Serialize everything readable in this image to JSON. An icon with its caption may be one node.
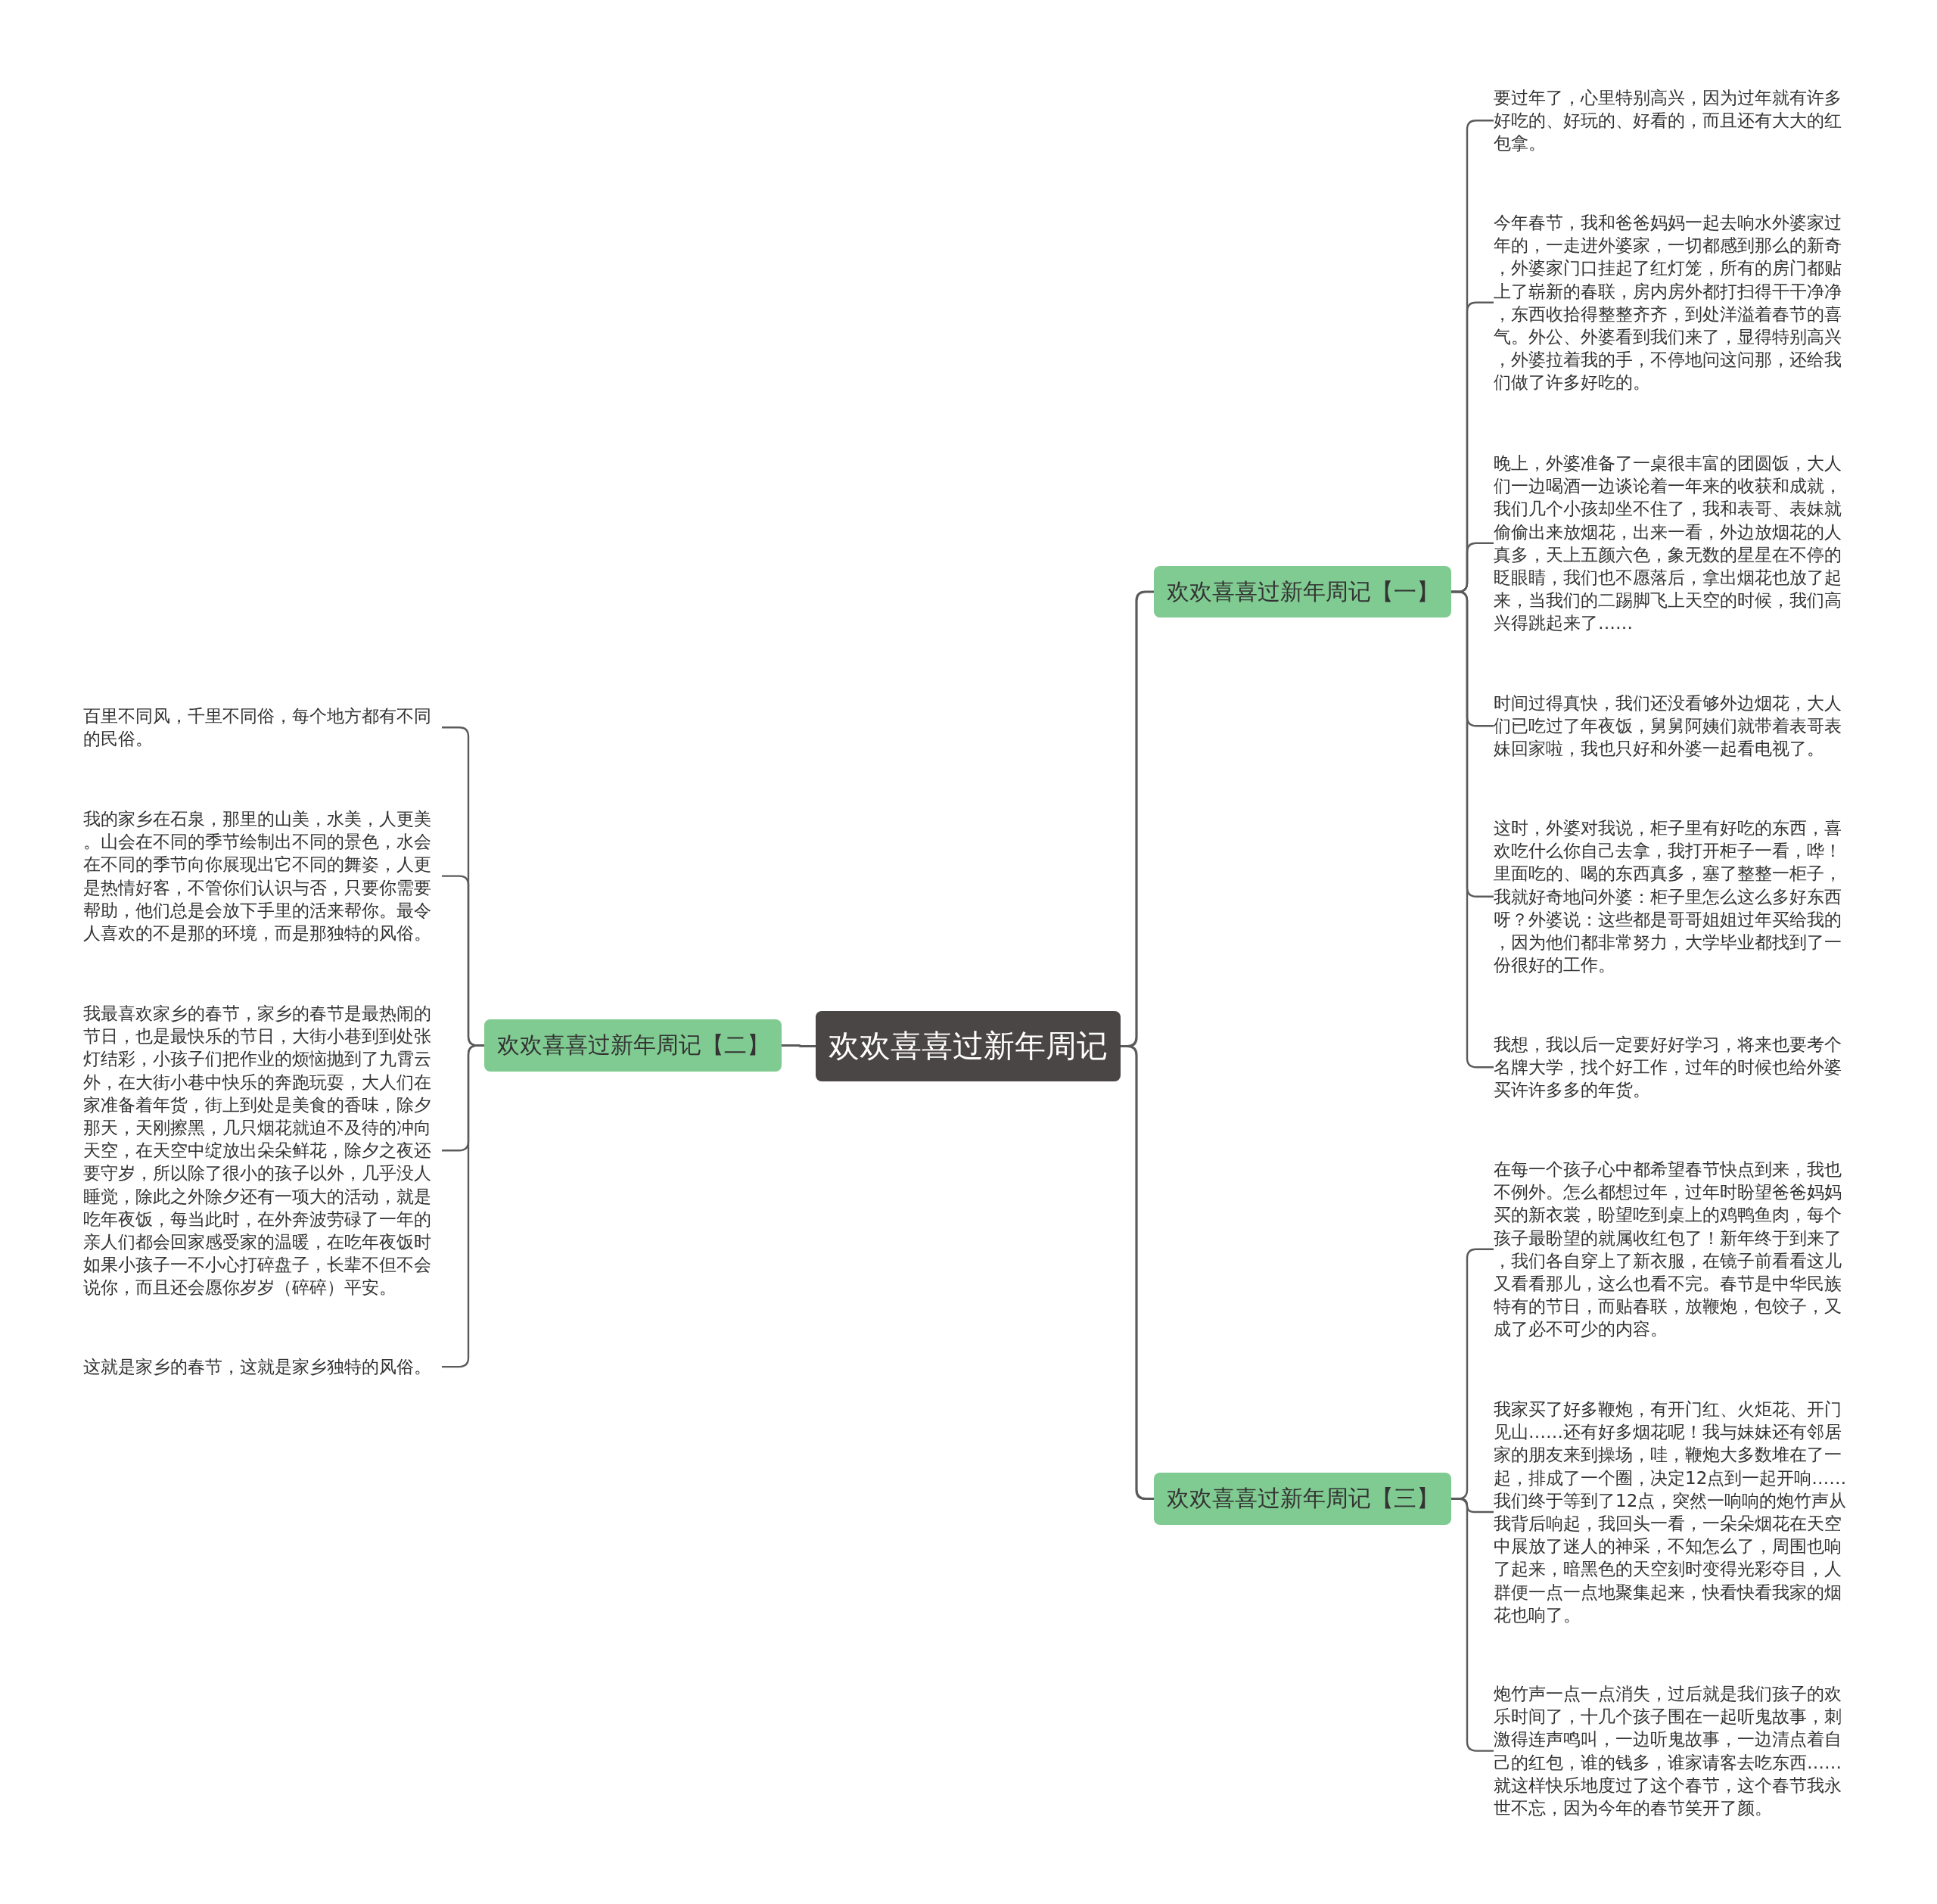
{
  "diagram": {
    "nodes": [
      {
        "text": [
          "欢欢喜喜过新年周记"
        ]
      },
      {
        "text": [
          "欢欢喜喜过新年周记【一】"
        ]
      },
      {
        "text": [
          "要过年了，心里特别高兴，因为过年就有许多好吃的、好玩的、好看的，而且还有大大的红包拿。"
        ]
      },
      {
        "text": [
          "今年春节，我和爸爸妈妈一起去响水外婆家过年的，一走进外婆家，一切都感到那么的新奇，外婆家门口挂起了红灯笼，所有的房门都贴上了崭新的春联，房内房外都打扫得干干净净，东西收拾得整整齐齐，到处洋溢着春节的喜气。外公、外婆看到我们来了，显得特别高兴，外婆拉着我的手，不停地问这问那，还给我们做了许多好吃的。"
        ]
      },
      {
        "text": [
          "晚上，外婆准备了一桌很丰富的团圆饭，大人们一边喝酒一边谈论着一年来的收获和成就，我们几个小孩却坐不住了，我和表哥、表妹就偷偷出来放烟花，出来一看，外边放烟花的人真多，天上五颜六色，象无数的星星在不停的眨眼睛，我们也不愿落后，拿出烟花也放了起来，当我们的二踢脚飞上天空的时候，我们高兴得跳起来了……"
        ]
      },
      {
        "text": [
          "时间过得真快，我们还没看够外边烟花，大人们已吃过了年夜饭，舅舅阿姨们就带着表哥表妹回家啦，我也只好和外婆一起看电视了。"
        ]
      },
      {
        "text": [
          "这时，外婆对我说，柜子里有好吃的东西，喜欢吃什么你自己去拿，我打开柜子一看，哗！里面吃的、喝的东西真多，塞了整整一柜子，我就好奇地问外婆：柜子里怎么这么多好东西呀？外婆说：这些都是哥哥姐姐过年买给我的，因为他们都非常努力，大学毕业都找到了一份很好的工作。"
        ]
      },
      {
        "text": [
          "我想，我以后一定要好好学习，将来也要考个名牌大学，找个好工作，过年的时候也给外婆买许许多多的年货。"
        ]
      },
      {
        "text": [
          "欢欢喜喜过新年周记【二】"
        ]
      },
      {
        "text": [
          "百里不同风，千里不同俗，每个地方都有不同的民俗。"
        ]
      },
      {
        "text": [
          "我的家乡在石泉，那里的山美，水美，人更美。山会在不同的季节绘制出不同的景色，水会在不同的季节向你展现出它不同的舞姿，人更是热情好客，不管你们认识与否，只要你需要帮助，他们总是会放下手里的活来帮你。最令人喜欢的不是那的环境，而是那独特的风俗。"
        ]
      },
      {
        "text": [
          "我最喜欢家乡的春节，家乡的春节是最热闹的节日，也是最快乐的节日，大街小巷到到处张灯结彩，小孩子们把作业的烦恼抛到了九霄云外，在大街小巷中快乐的奔跑玩耍，大人们在家准备着年货，街上到处是美食的香味，除夕那天，天刚擦黑，几只烟花就迫不及待的冲向天空，在天空中绽放出朵朵鲜花，除夕之夜还要守岁，所以除了很小的孩子以外，几乎没人睡觉，除此之外除夕还有一项大的活动，就是吃年夜饭，每当此时，在外奔波劳碌了一年的亲人们都会回家感受家的温暖，在吃年夜饭时如果小孩子一不小心打碎盘子，长辈不但不会说你，而且还会愿你岁岁（碎碎）平安。"
        ]
      },
      {
        "text": [
          "这就是家乡的春节，这就是家乡独特的风俗。"
        ]
      },
      {
        "text": [
          "欢欢喜喜过新年周记【三】"
        ]
      },
      {
        "text": [
          "在每一个孩子心中都希望春节快点到来，我也不例外。怎么都想过年，过年时盼望爸爸妈妈买的新衣裳，盼望吃到桌上的鸡鸭鱼肉，每个孩子最盼望的就属收红包了！新年终于到来了，我们各自穿上了新衣服，在镜子前看看这儿又看看那儿，这么也看不完。春节是中华民族特有的节日，而贴春联，放鞭炮，包饺子，又成了必不可少的内容。"
        ]
      },
      {
        "text": [
          "我家买了好多鞭炮，有开门红、火炬花、开门见山……还有好多烟花呢！我与妹妹还有邻居家的朋友来到操场，哇，鞭炮大多数堆在了一起，排成了一个圈，决定12点到一起开响……我们终于等到了12点，突然一响响的炮竹声从我背后响起，我回头一看，一朵朵烟花在天空中展放了迷人的神采，不知怎么了，周围也响了起来，暗黑色的天空刻时变得光彩夺目，人群便一点一点地聚集起来，快看快看我家的烟花也响了。"
        ]
      },
      {
        "text": [
          "炮竹声一点一点消失，过后就是我们孩子的欢乐时间了，十几个孩子围在一起听鬼故事，刺激得连声鸣叫，一边听鬼故事，一边清点着自己的红包，谁的钱多，谁家请客去吃东西……就这样快乐地度过了这个春节，这个春节我永世不忘，因为今年的春节笑开了颜。"
        ]
      }
    ],
    "edges": [
      {
        "from": 0,
        "to": 1,
        "arrow": "none"
      },
      {
        "from": 1,
        "to": 2,
        "arrow": "none"
      },
      {
        "from": 1,
        "to": 3,
        "arrow": "none"
      },
      {
        "from": 1,
        "to": 4,
        "arrow": "none"
      },
      {
        "from": 1,
        "to": 5,
        "arrow": "none"
      },
      {
        "from": 1,
        "to": 6,
        "arrow": "none"
      },
      {
        "from": 1,
        "to": 7,
        "arrow": "none"
      },
      {
        "from": 0,
        "to": 8,
        "arrow": "none"
      },
      {
        "from": 8,
        "to": 9,
        "arrow": "none"
      },
      {
        "from": 8,
        "to": 10,
        "arrow": "none"
      },
      {
        "from": 8,
        "to": 11,
        "arrow": "none"
      },
      {
        "from": 8,
        "to": 12,
        "arrow": "none"
      },
      {
        "from": 0,
        "to": 13,
        "arrow": "none"
      },
      {
        "from": 13,
        "to": 14,
        "arrow": "none"
      },
      {
        "from": 13,
        "to": 15,
        "arrow": "none"
      },
      {
        "from": 13,
        "to": 16,
        "arrow": "none"
      }
    ]
  }
}
